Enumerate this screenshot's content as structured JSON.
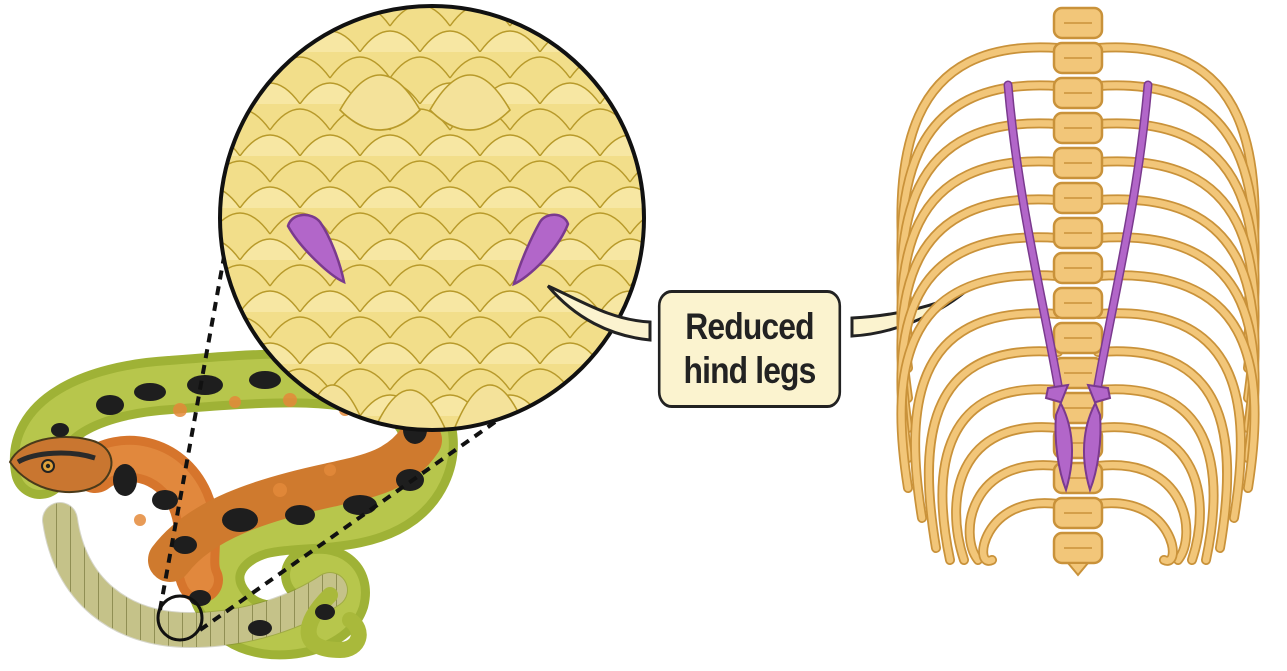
{
  "callout": {
    "line1": "Reduced",
    "line2": "hind legs"
  },
  "colors": {
    "bone": "#f2c679",
    "bone_outline": "#c9923a",
    "vestigial": "#b266c9",
    "vestigial_outline": "#7a3a8e",
    "scales": "#f0dc84",
    "scale_lines": "#b89a2a",
    "snake_green": "#a7b83a",
    "snake_orange": "#d4742a",
    "snake_spots": "#1e1e1e"
  },
  "icons": [
    "snake-illustration",
    "scale-magnifier",
    "skeleton-illustration"
  ]
}
